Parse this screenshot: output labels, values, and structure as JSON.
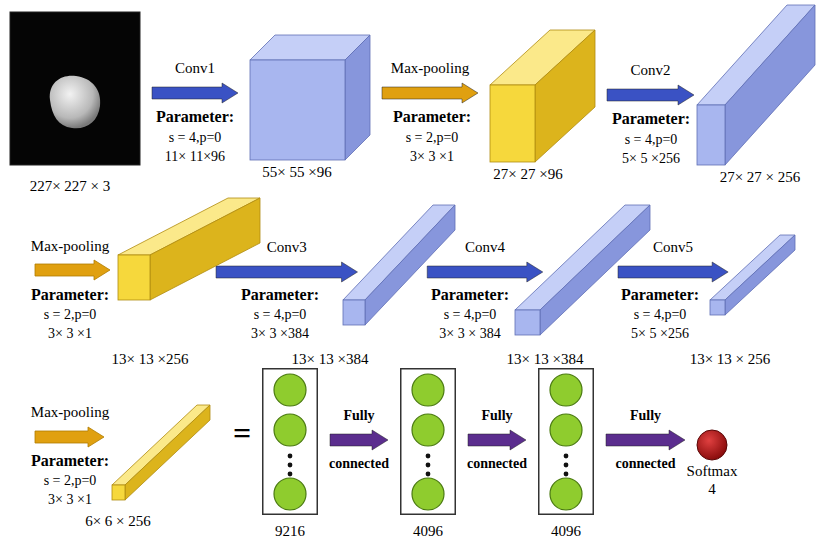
{
  "diagram": {
    "nodes": [
      {
        "text": [
          "227× 227 × 3"
        ]
      },
      {
        "text": [
          "55× 55 ×96"
        ]
      },
      {
        "text": [
          "27× 27 ×96"
        ]
      },
      {
        "text": [
          "27× 27 × 256"
        ]
      },
      {
        "text": [
          "13× 13 ×256"
        ]
      },
      {
        "text": [
          "13× 13 ×384"
        ]
      },
      {
        "text": [
          "13× 13 ×384"
        ]
      },
      {
        "text": [
          "13× 13 × 256"
        ]
      },
      {
        "text": [
          "6× 6 × 256"
        ]
      },
      {
        "text": [
          "9216"
        ]
      },
      {
        "text": [
          "4096"
        ]
      },
      {
        "text": [
          "4096"
        ]
      },
      {
        "text": [
          "Softmax",
          "4"
        ]
      }
    ],
    "edges": [
      {
        "from": 0,
        "to": 1,
        "arrow": "to",
        "label": "Conv1"
      },
      {
        "from": 1,
        "to": 2,
        "arrow": "to",
        "label": "Max-pooling"
      },
      {
        "from": 2,
        "to": 3,
        "arrow": "to",
        "label": "Conv2"
      },
      {
        "from": 4,
        "to": 5,
        "arrow": "to",
        "label": "Conv3"
      },
      {
        "from": 5,
        "to": 6,
        "arrow": "to",
        "label": "Conv4"
      },
      {
        "from": 6,
        "to": 7,
        "arrow": "to",
        "label": "Conv5"
      },
      {
        "from": 9,
        "to": 10,
        "arrow": "to",
        "label": "Fully connected"
      },
      {
        "from": 10,
        "to": 11,
        "arrow": "to",
        "label": "Fully connected"
      },
      {
        "from": 11,
        "to": 12,
        "arrow": "to",
        "label": "Fully connected"
      }
    ],
    "labels": [
      "Parameter:",
      "s = 4,p=0",
      "11× 11×96",
      "Parameter:",
      "s = 2,p=0",
      "3× 3 ×1",
      "Parameter:",
      "s = 4,p=0",
      "5× 5 ×256",
      "Max-pooling",
      "Parameter:",
      "s = 2,p=0",
      "3× 3 ×1",
      "Parameter:",
      "s = 4,p=0",
      "3× 3 ×384",
      "Parameter:",
      "s = 4,p=0",
      "3× 3 × 384",
      "Parameter:",
      "s = 4,p=0",
      "5× 5 ×256",
      "Max-pooling",
      "Parameter:",
      "s = 2,p=0",
      "3× 3 ×1",
      "="
    ]
  }
}
